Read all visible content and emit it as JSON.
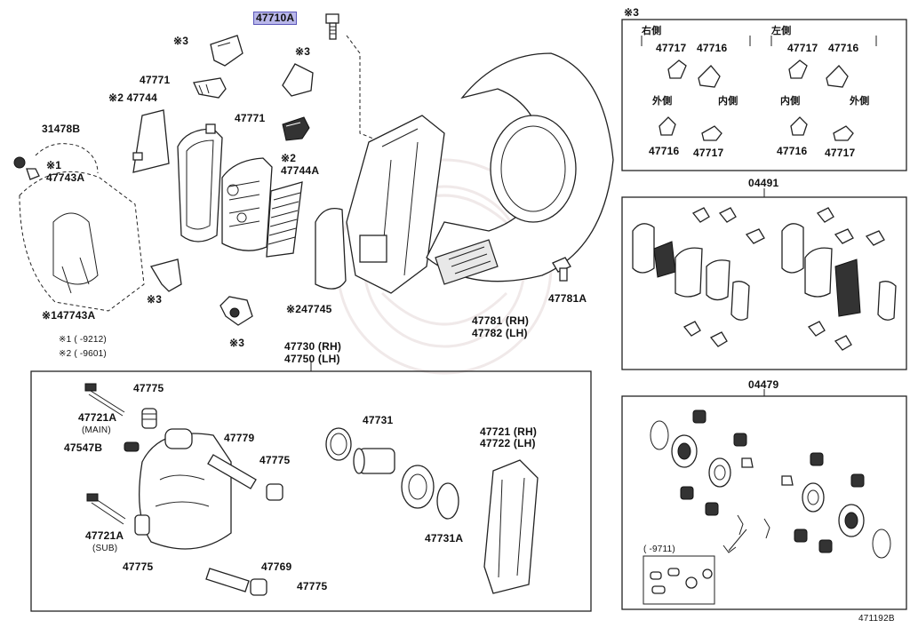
{
  "diagram": {
    "figure_code": "471192B",
    "highlight_part": "47710A",
    "labels": {
      "l47710A": "47710A",
      "note3_a": "※3",
      "note3_b": "※3",
      "l47771_a": "47771",
      "l47744": "※2 47744",
      "l47771_b": "47771",
      "l31478B": "31478B",
      "note1_a": "※1",
      "l47743A": "47743A",
      "note2_a": "※2",
      "l47744A": "47744A",
      "note3_c": "※3",
      "note3_d": "※3",
      "l47745": "※247745",
      "l47743A_b": "※147743A",
      "foot1": "※1 (     -9212)",
      "foot2": "※2 (     -9601)",
      "l47781A": "47781A",
      "l47781": "47781 (RH)",
      "l47782": "47782 (LH)",
      "l47730": "47730 (RH)",
      "l47750": "47750 (LH)",
      "l47775_a": "47775",
      "l47721A_main": "47721A",
      "main": "(MAIN)",
      "l47547B": "47547B",
      "l47779": "47779",
      "l47775_b": "47775",
      "l47731": "47731",
      "l47721": "47721 (RH)",
      "l47722": "47722 (LH)",
      "l47721A_sub": "47721A",
      "sub": "(SUB)",
      "l47731A": "47731A",
      "l47775_c": "47775",
      "l47769": "47769",
      "l47775_d": "47775"
    },
    "kit_note3": {
      "title": "※3",
      "right_side": "右側",
      "left_side": "左側",
      "r_47717": "47717",
      "r_47716": "47716",
      "l_47717": "47717",
      "l_47716": "47716",
      "outer_r": "外側",
      "inner_r": "内側",
      "inner_l": "内側",
      "outer_l": "外側",
      "r2_47716": "47716",
      "r2_47717": "47717",
      "l2_47716": "47716",
      "l2_47717": "47717"
    },
    "kit_04491": {
      "label": "04491"
    },
    "kit_04479": {
      "label": "04479",
      "date_note": "(     -9711)"
    }
  }
}
